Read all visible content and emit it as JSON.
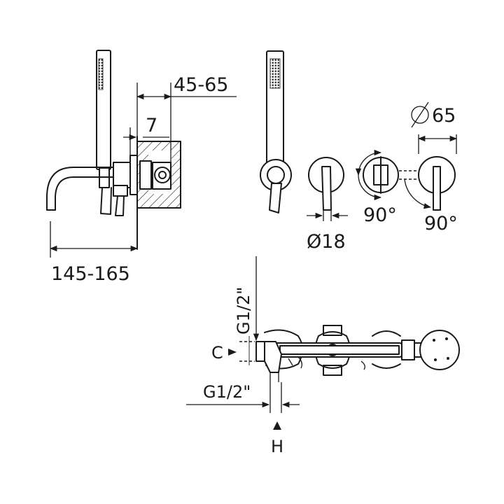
{
  "dimensions": {
    "depth_range": "45-65",
    "plate_thickness": "7",
    "spout_reach": "145-165",
    "diameter_65": "65",
    "diameter_18": "18",
    "rotation_1": "90°",
    "rotation_2": "90°",
    "thread_vertical": "G1/2\"",
    "thread_horizontal": "G1/2\"",
    "label_c": "C",
    "label_h": "H"
  }
}
